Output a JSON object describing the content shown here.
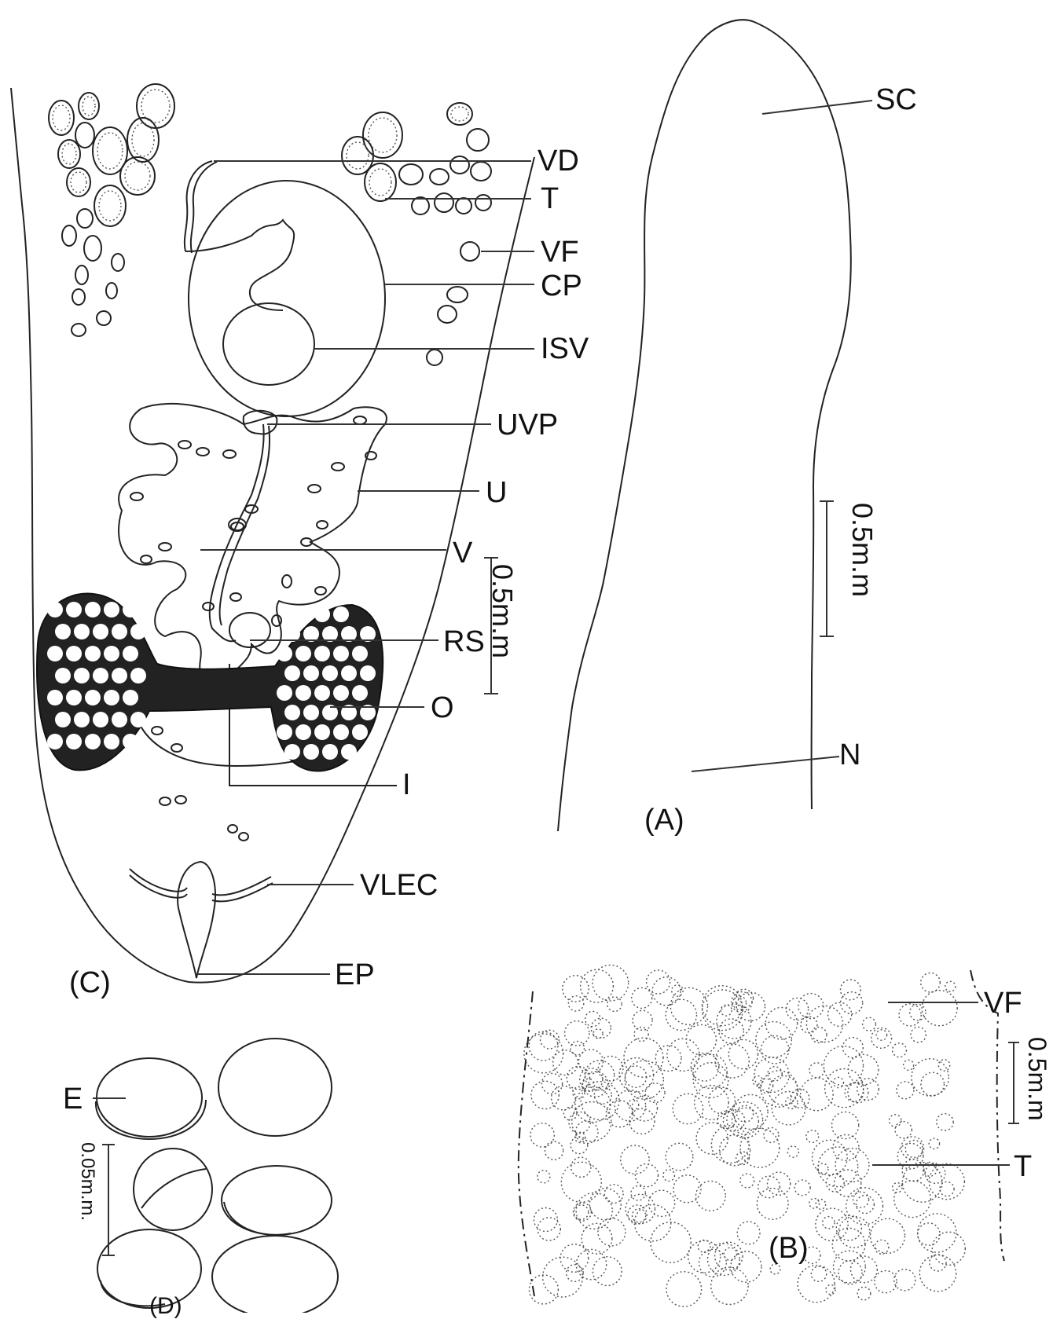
{
  "panels": {
    "a": {
      "caption": "(A)",
      "labels": {
        "sc": "SC",
        "n": "N"
      },
      "scale": "0.5m.m"
    },
    "b": {
      "caption": "(B)",
      "labels": {
        "vf": "VF",
        "t": "T"
      },
      "scale": "0.5m.m"
    },
    "c": {
      "caption": "(C)",
      "labels": {
        "vd": "VD",
        "t": "T",
        "vf": "VF",
        "cp": "CP",
        "isv": "ISV",
        "uvp": "UVP",
        "u": "U",
        "v": "V",
        "rs": "RS",
        "o": "O",
        "i": "I",
        "vlec": "VLEC",
        "ep": "EP"
      },
      "scale": "0.5m.m"
    },
    "d": {
      "caption": "(D)",
      "labels": {
        "e": "E"
      },
      "scale": "0.05m.m."
    }
  }
}
